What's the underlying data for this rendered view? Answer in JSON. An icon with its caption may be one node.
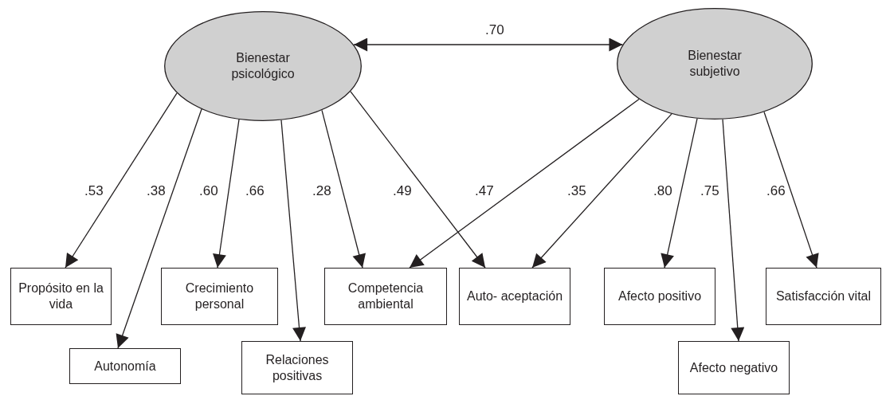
{
  "diagram": {
    "nodes": [
      {
        "text": [
          "Bienestar psicológico"
        ]
      },
      {
        "text": [
          "Bienestar subjetivo"
        ]
      },
      {
        "text": [
          "Propósito en la vida"
        ]
      },
      {
        "text": [
          "Autonomía"
        ]
      },
      {
        "text": [
          "Crecimiento personal"
        ]
      },
      {
        "text": [
          "Relaciones positivas"
        ]
      },
      {
        "text": [
          "Competencia ambiental"
        ]
      },
      {
        "text": [
          "Auto- aceptación"
        ]
      },
      {
        "text": [
          "Afecto positivo"
        ]
      },
      {
        "text": [
          "Afecto negativo"
        ]
      },
      {
        "text": [
          "Satisfacción vital"
        ]
      }
    ],
    "edges": [
      {
        "from": 0,
        "to": 1,
        "arrow": "both",
        "label": ".70"
      },
      {
        "from": 0,
        "to": 2,
        "arrow": "to",
        "label": ".53"
      },
      {
        "from": 0,
        "to": 3,
        "arrow": "to",
        "label": ".38"
      },
      {
        "from": 0,
        "to": 4,
        "arrow": "to",
        "label": ".60"
      },
      {
        "from": 0,
        "to": 5,
        "arrow": "to",
        "label": ".66"
      },
      {
        "from": 0,
        "to": 6,
        "arrow": "to",
        "label": ".28"
      },
      {
        "from": 0,
        "to": 7,
        "arrow": "to",
        "label": ".49"
      },
      {
        "from": 1,
        "to": 6,
        "arrow": "to",
        "label": ".47"
      },
      {
        "from": 1,
        "to": 7,
        "arrow": "to",
        "label": ".35"
      },
      {
        "from": 1,
        "to": 8,
        "arrow": "to",
        "label": ".80"
      },
      {
        "from": 1,
        "to": 9,
        "arrow": "to",
        "label": ".75"
      },
      {
        "from": 1,
        "to": 10,
        "arrow": "to",
        "label": ".66"
      }
    ]
  }
}
